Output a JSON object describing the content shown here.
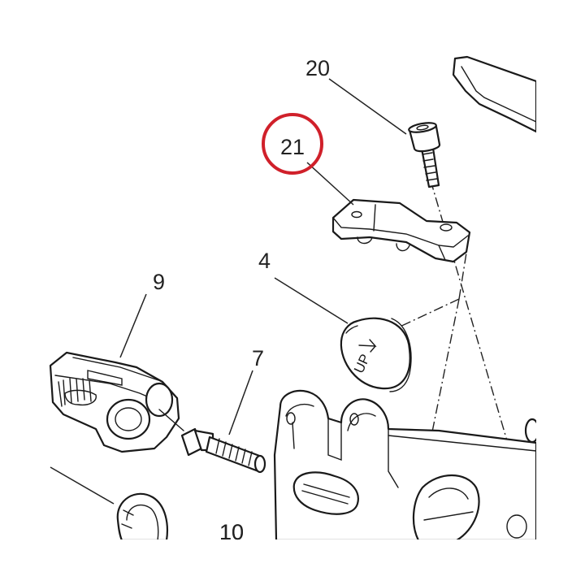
{
  "labels": {
    "c20": "20",
    "c21": "21",
    "c4": "4",
    "c9": "9",
    "c7": "7",
    "c10": "10"
  },
  "cover_text": "UP",
  "highlight_color": "#d0202a"
}
